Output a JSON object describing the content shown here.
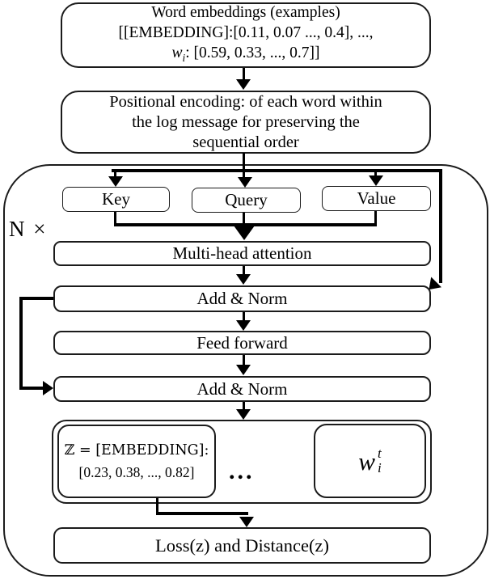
{
  "word_embeddings": {
    "line1": "Word embeddings (examples)",
    "line2": "[[EMBEDDING]:[0.11, 0.07 ..., 0.4], ...,",
    "line3_base": "w",
    "line3_sub": "i",
    "line3_rest": ": [0.59, 0.33, ..., 0.7]]"
  },
  "positional_encoding": {
    "line1": "Positional encoding: of each word within",
    "line2": "the log message for preserving the",
    "line3": "sequential order"
  },
  "block": {
    "repeat_label": "N ×",
    "key_label": "Key",
    "query_label": "Query",
    "value_label": "Value",
    "mha_label": "Multi-head attention",
    "add_norm1_label": "Add & Norm",
    "ff_label": "Feed forward",
    "add_norm2_label": "Add & Norm",
    "output": {
      "z_line1": "ℤ = [EMBEDDING]:",
      "z_line2": "[0.23, 0.38, ..., 0.82]",
      "ellipsis": "...",
      "wt_base": "w",
      "wt_sup": "t",
      "wt_sub": "i"
    },
    "loss_label": "Loss(z) and Distance(z)"
  },
  "colors": {
    "line": "#000000",
    "box_border": "#1b1b1b",
    "background": "#ffffff"
  }
}
